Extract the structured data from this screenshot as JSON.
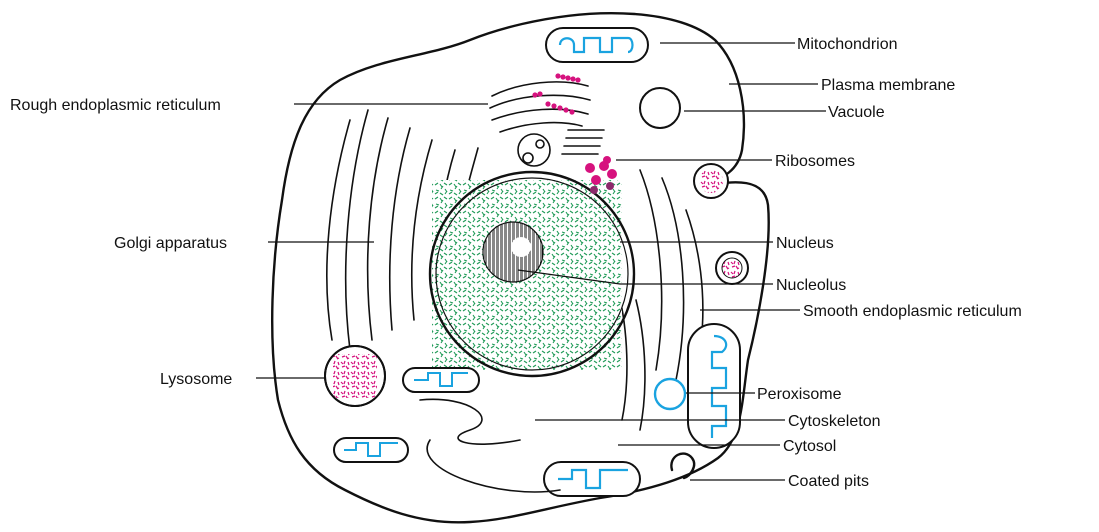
{
  "colors": {
    "outline": "#111111",
    "ribosome": "#d6127e",
    "mitochondrion_inner": "#1aa3e0",
    "nucleus_texture": "#1f9a57",
    "lysosome_texture": "#d6127e"
  },
  "labels": {
    "mitochondrion": "Mitochondrion",
    "plasma_membrane": "Plasma membrane",
    "vacuole": "Vacuole",
    "rough_er": "Rough endoplasmic reticulum",
    "ribosomes": "Ribosomes",
    "golgi": "Golgi apparatus",
    "nucleus": "Nucleus",
    "nucleolus": "Nucleolus",
    "smooth_er": "Smooth endoplasmic reticulum",
    "lysosome": "Lysosome",
    "peroxisome": "Peroxisome",
    "cytoskeleton": "Cytoskeleton",
    "cytosol": "Cytosol",
    "coated_pits": "Coated pits"
  }
}
